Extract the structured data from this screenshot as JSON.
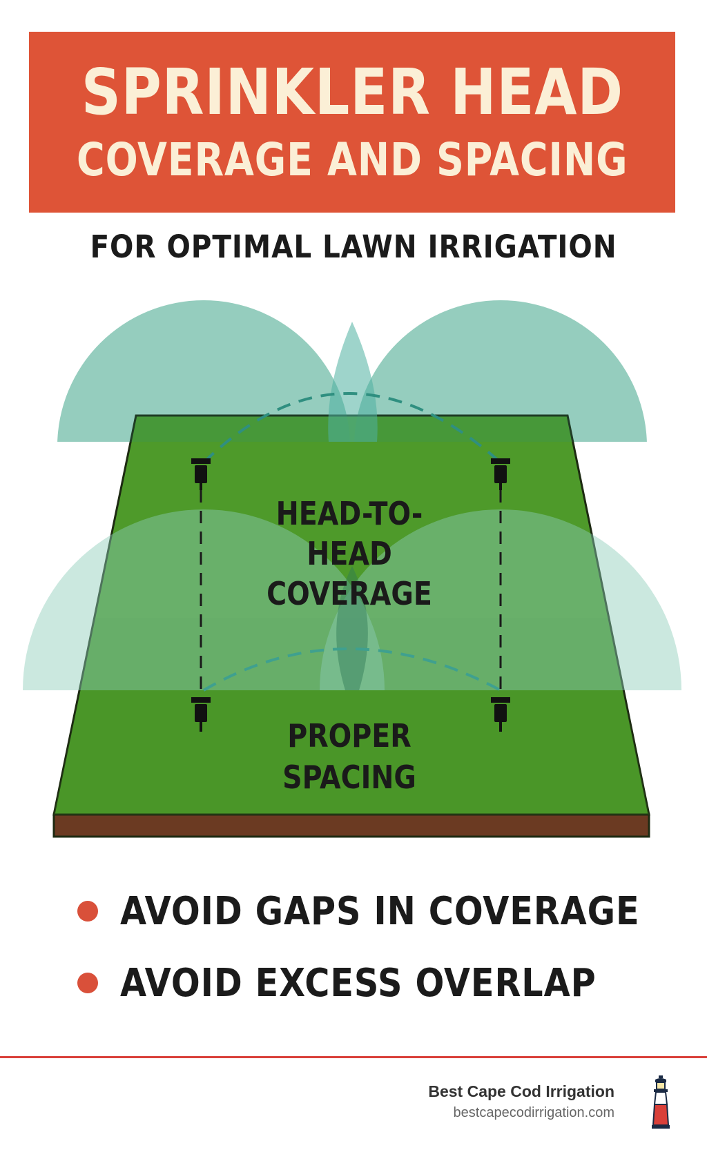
{
  "header": {
    "title_line1": "SPRINKLER HEAD",
    "title_line2": "COVERAGE AND SPACING",
    "subtitle": "FOR OPTIMAL LAWN IRRIGATION"
  },
  "diagram": {
    "head_to_head_lines": [
      "HEAD-TO-",
      "HEAD",
      "COVERAGE"
    ],
    "proper_spacing_lines": [
      "PROPER",
      "SPACING"
    ],
    "sprinkler_heads": 4,
    "colors": {
      "spray": "#8ccdb9",
      "lawn": "#4e9a2a",
      "soil": "#6b3a22",
      "dash": "#2f8f80"
    }
  },
  "tips": [
    "AVOID GAPS IN COVERAGE",
    "AVOID EXCESS OVERLAP"
  ],
  "footer": {
    "brand": "Best Cape Cod Irrigation",
    "url": "bestcapecodirrigation.com"
  },
  "colors": {
    "banner": "#de5437",
    "banner_text": "#fbefd6",
    "bullet": "#d9503a",
    "footer_rule": "#d9403a"
  }
}
